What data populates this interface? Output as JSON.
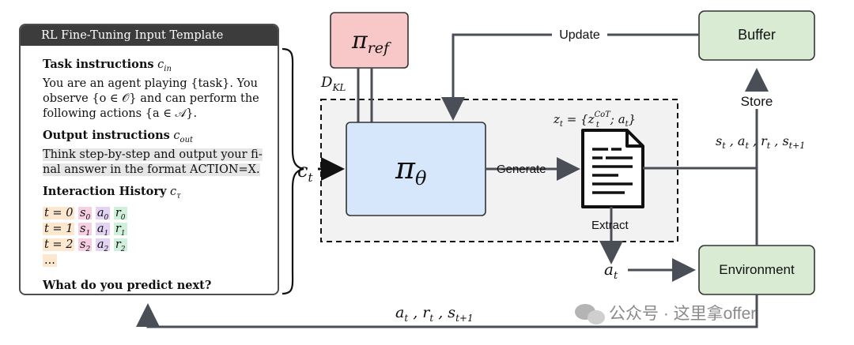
{
  "template": {
    "title": "RL Fine-Tuning Input Template",
    "task": {
      "heading": "Task instructions",
      "sub": "c",
      "sub_index": "in",
      "lines": [
        "You are an agent playing {task}. You",
        "observe {o ∈ 𝒪} and can perform the",
        "following actions {a ∈ 𝒜}."
      ]
    },
    "output": {
      "heading": "Output instructions",
      "sub": "c",
      "sub_index": "out",
      "lines": [
        "Think step-by-step and output your fi-",
        "nal answer in the format ACTION=X."
      ]
    },
    "history": {
      "heading": "Interaction History",
      "sub": "c",
      "sub_index": "τ",
      "rows": [
        {
          "t": "t = 0",
          "s": "s",
          "si": "0",
          "a": "a",
          "ai": "0",
          "r": "r",
          "ri": "0"
        },
        {
          "t": "t = 1",
          "s": "s",
          "si": "1",
          "a": "a",
          "ai": "1",
          "r": "r",
          "ri": "1"
        },
        {
          "t": "t = 2",
          "s": "s",
          "si": "2",
          "a": "a",
          "ai": "2",
          "r": "r",
          "ri": "2"
        }
      ],
      "ellipsis": "..."
    },
    "question": "What do you predict next?"
  },
  "diagram": {
    "ct": {
      "base": "c",
      "sub": "t"
    },
    "pi_ref": {
      "base": "π",
      "sub": "ref"
    },
    "dkl": {
      "base": "D",
      "sub": "KL"
    },
    "pi_theta": {
      "base": "π",
      "sub": "θ"
    },
    "generate": "Generate",
    "update": "Update",
    "buffer": "Buffer",
    "store": "Store",
    "environment": "Environment",
    "extract": "Extract",
    "zt_label": "z_t = {z_t^CoT ; a_t}",
    "state_label": "s_t , a_t , r_t , s_t+1",
    "at_label": "a_t",
    "bottom_label": "a_t , r_t , s_t+1"
  },
  "watermark": "公众号 · 这里拿offer",
  "colors": {
    "pi_ref_fill": "#f8c8c8",
    "pi_theta_fill": "#d6e6fb",
    "green_fill": "#d9ecd3",
    "arrow": "#4a4f57"
  }
}
